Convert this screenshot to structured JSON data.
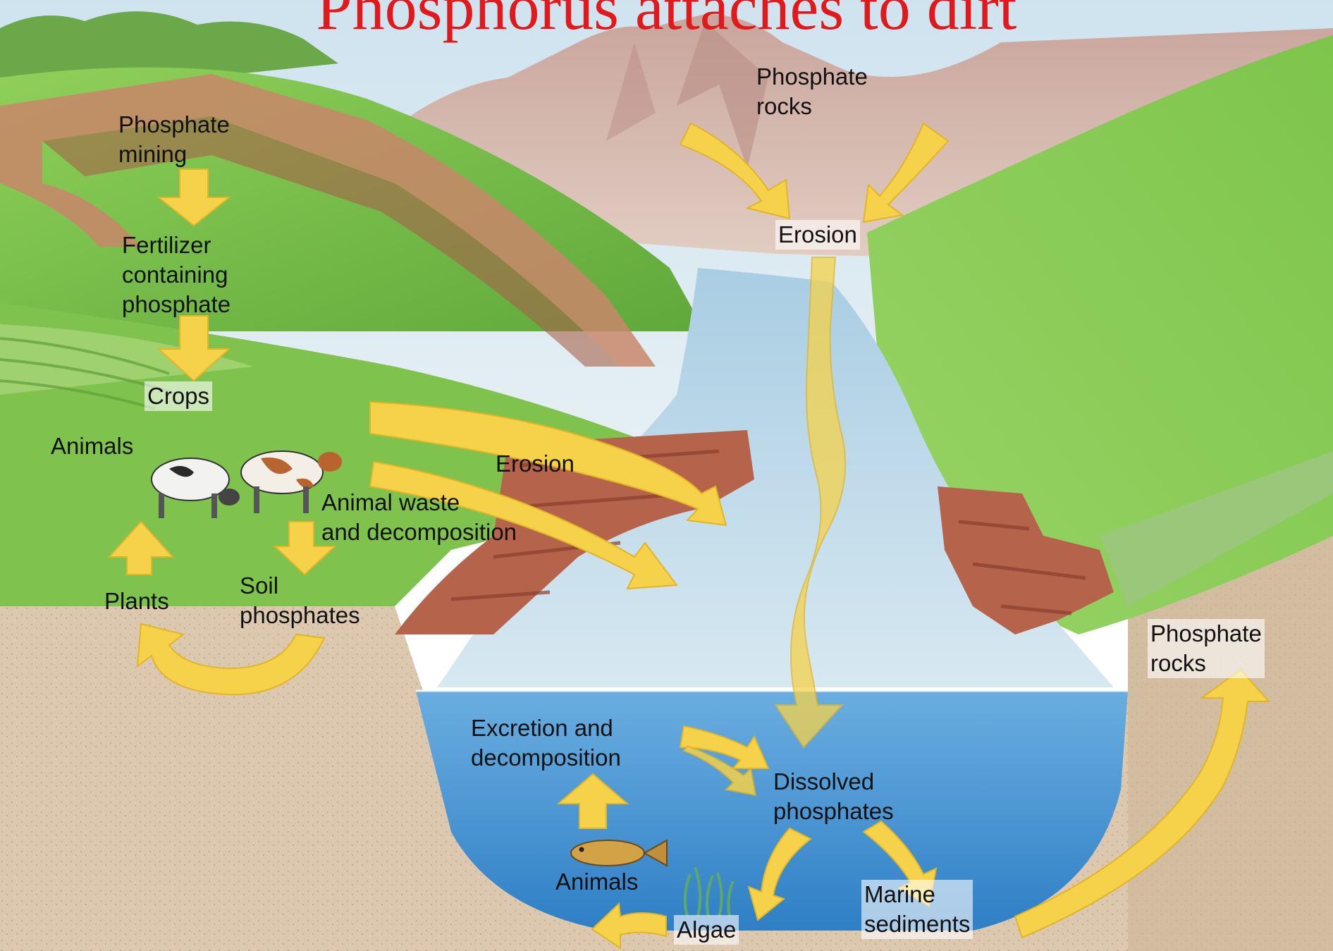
{
  "title": "Phosphorus attaches to dirt",
  "colors": {
    "title": "#e0191c",
    "arrow_fill": "#f5d24a",
    "grass": "#7cc04a",
    "water": "#3f8fd2",
    "soil": "#d9c3a8",
    "cliff": "#b5634a"
  },
  "labels": {
    "phosphate_mining": [
      "Phosphate",
      "mining"
    ],
    "fertilizer": [
      "Fertilizer",
      "containing",
      "phosphate"
    ],
    "crops": "Crops",
    "animals_land": "Animals",
    "animal_waste": [
      "Animal waste",
      "and decomposition"
    ],
    "plants": "Plants",
    "soil_phosphates": [
      "Soil",
      "phosphates"
    ],
    "erosion_land": "Erosion",
    "phosphate_rocks_top": [
      "Phosphate",
      "rocks"
    ],
    "erosion_top": "Erosion",
    "phosphate_rocks_right": [
      "Phosphate",
      "rocks"
    ],
    "excretion": [
      "Excretion and",
      "decomposition"
    ],
    "dissolved_phosphates": [
      "Dissolved",
      "phosphates"
    ],
    "animals_water": "Animals",
    "algae": "Algae",
    "marine_sediments": [
      "Marine",
      "sediments"
    ]
  }
}
